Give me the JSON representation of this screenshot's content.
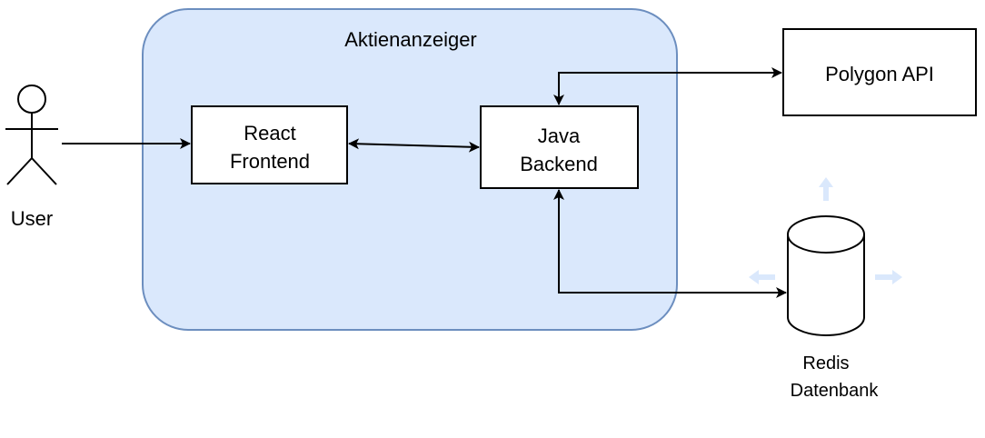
{
  "container": {
    "title": "Aktienanzeiger",
    "fill_color": "#dae8fc",
    "stroke_color": "#6c8ebf"
  },
  "actor": {
    "label": "User",
    "icon": "stick-figure-icon"
  },
  "nodes": {
    "frontend": {
      "line1": "React",
      "line2": "Frontend"
    },
    "backend": {
      "line1": "Java",
      "line2": "Backend"
    },
    "api": {
      "label": "Polygon API"
    },
    "database": {
      "line1": "Redis",
      "line2": "Datenbank",
      "icon": "cylinder-database-icon"
    }
  },
  "connections": [
    {
      "from": "User",
      "to": "React Frontend",
      "direction": "one-way"
    },
    {
      "from": "React Frontend",
      "to": "Java Backend",
      "direction": "two-way"
    },
    {
      "from": "Java Backend",
      "to": "Polygon API",
      "direction": "two-way"
    },
    {
      "from": "Java Backend",
      "to": "Redis Datenbank",
      "direction": "two-way"
    }
  ],
  "colors": {
    "line": "#000000",
    "hover_arrow": "#dae8fc"
  }
}
